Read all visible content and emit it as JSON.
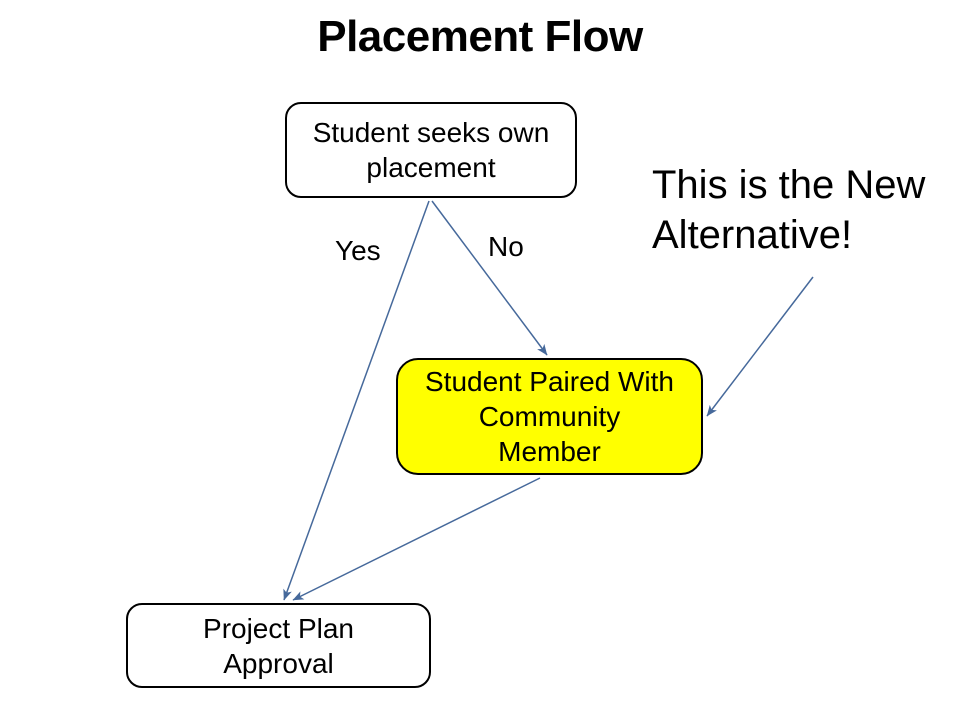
{
  "slide": {
    "title": "Placement Flow",
    "nodes": {
      "seek": {
        "label": "Student seeks own placement",
        "lines": [
          "Student seeks own",
          "placement"
        ]
      },
      "paired": {
        "label": "Student Paired With Community Member",
        "lines": [
          "Student Paired With",
          "Community",
          "Member"
        ]
      },
      "approval": {
        "label": "Project Plan Approval",
        "lines": [
          "Project Plan",
          "Approval"
        ]
      }
    },
    "edges": [
      {
        "id": "yes",
        "label": "Yes",
        "from": "seek",
        "to": "approval"
      },
      {
        "id": "no",
        "label": "No",
        "from": "seek",
        "to": "paired"
      },
      {
        "id": "paired-to-approval",
        "label": "",
        "from": "paired",
        "to": "approval"
      },
      {
        "id": "callout-to-paired",
        "label": "",
        "from": "callout",
        "to": "paired"
      }
    ],
    "callout": {
      "text": "This is the New Alternative!",
      "lines": [
        "This is the New",
        "Alternative!"
      ]
    },
    "colors": {
      "connector": "#46699B",
      "highlight": "#FFFF00",
      "node_fill": "#FFFFFF",
      "node_border": "#000000",
      "text": "#000000",
      "background": "#FFFFFF"
    }
  }
}
